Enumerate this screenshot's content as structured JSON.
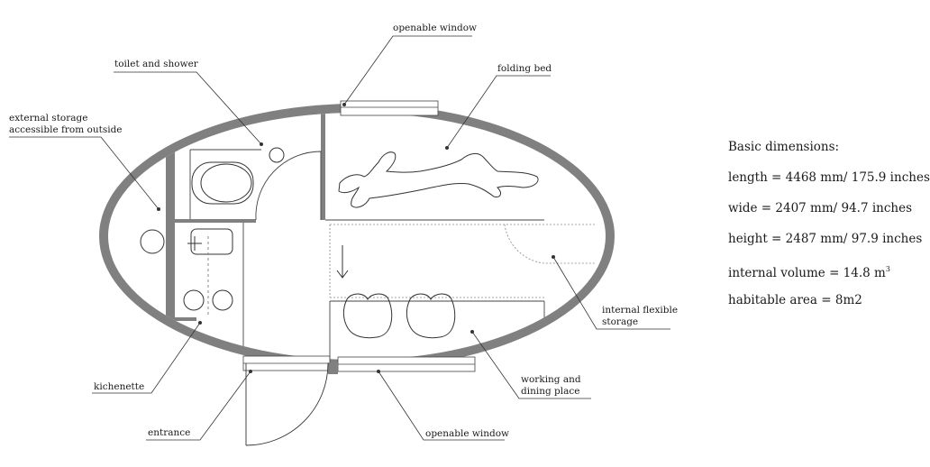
{
  "labels": {
    "window_top": "openable window",
    "folding_bed": "folding bed",
    "toilet_shower": "toilet and shower",
    "external_storage": [
      "external storage",
      "accessible from outside"
    ],
    "internal_storage": [
      "internal flexible",
      "storage"
    ],
    "kitchenette": "kichenette",
    "working_dining": [
      "working and",
      "dining place"
    ],
    "entrance": "entrance",
    "window_bottom": "openable window"
  },
  "dimensions": {
    "title": "Basic dimensions:",
    "length": "length = 4468 mm/ 175.9 inches",
    "wide": "wide = 2407 mm/ 94.7 inches",
    "height": "height = 2487 mm/ 97.9 inches",
    "volume_prefix": "internal volume = 14.8 m",
    "volume_sup": "3",
    "area": "habitable area = 8m2"
  }
}
